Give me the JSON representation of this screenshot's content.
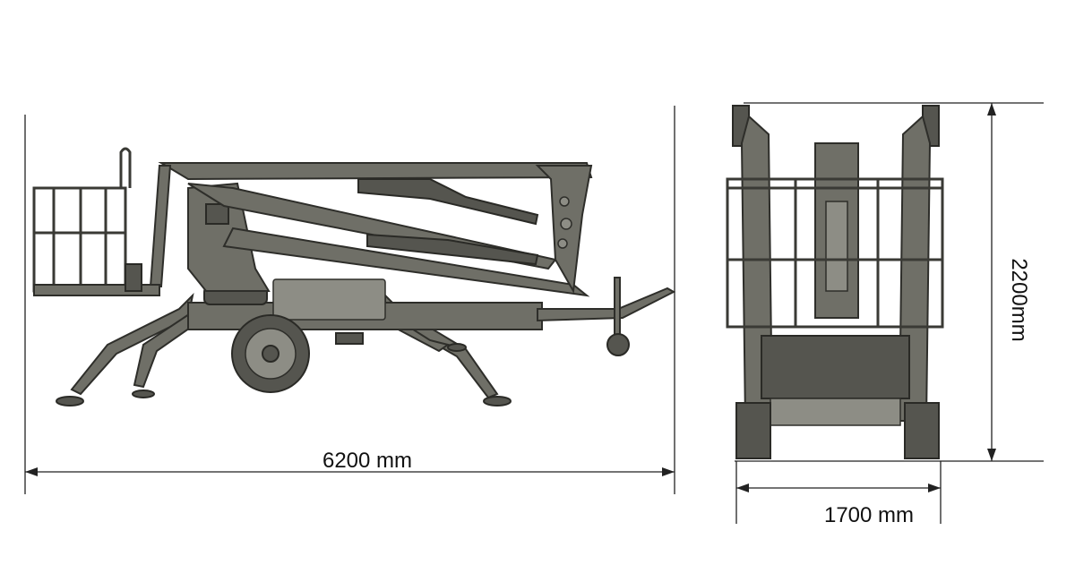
{
  "drawing": {
    "side_view": {
      "length_label": "6200 mm"
    },
    "front_view": {
      "height_label": "2200mm",
      "width_label": "1700 mm"
    },
    "colors": {
      "machine": "#6f6f67",
      "outline": "#2e2e2a",
      "dimension": "#222222"
    }
  }
}
